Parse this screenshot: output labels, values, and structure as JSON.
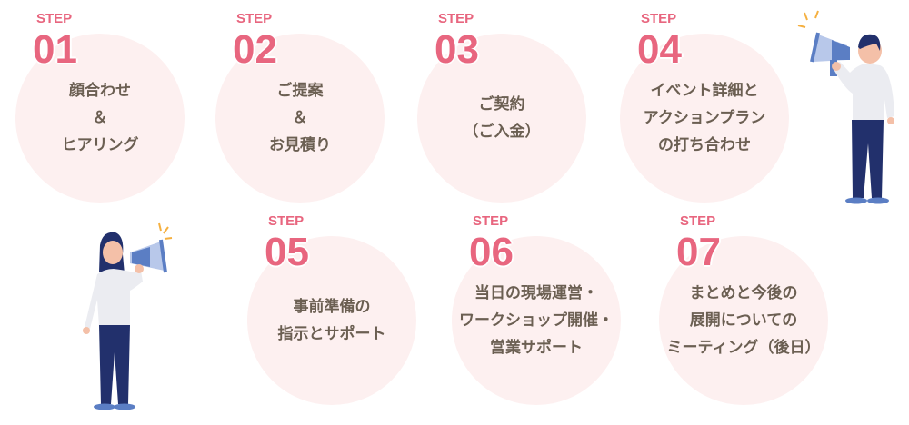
{
  "steps": [
    {
      "label": "STEP",
      "number": "01",
      "lines": [
        "顔合わせ",
        "＆",
        "ヒアリング"
      ]
    },
    {
      "label": "STEP",
      "number": "02",
      "lines": [
        "ご提案",
        "＆",
        "お見積り"
      ]
    },
    {
      "label": "STEP",
      "number": "03",
      "lines": [
        "ご契約",
        "（ご入金）"
      ]
    },
    {
      "label": "STEP",
      "number": "04",
      "lines": [
        "イベント詳細と",
        "アクションプラン",
        "の打ち合わせ"
      ]
    },
    {
      "label": "STEP",
      "number": "05",
      "lines": [
        "事前準備の",
        "指示とサポート"
      ]
    },
    {
      "label": "STEP",
      "number": "06",
      "lines": [
        "当日の現場運営・",
        "ワークショップ開催・",
        "営業サポート"
      ]
    },
    {
      "label": "STEP",
      "number": "07",
      "lines": [
        "まとめと今後の",
        "展開についての",
        "ミーティング（後日）"
      ]
    }
  ],
  "colors": {
    "accent": "#e8667f",
    "circle": "#fdf0f0",
    "text": "#6b5f52"
  }
}
